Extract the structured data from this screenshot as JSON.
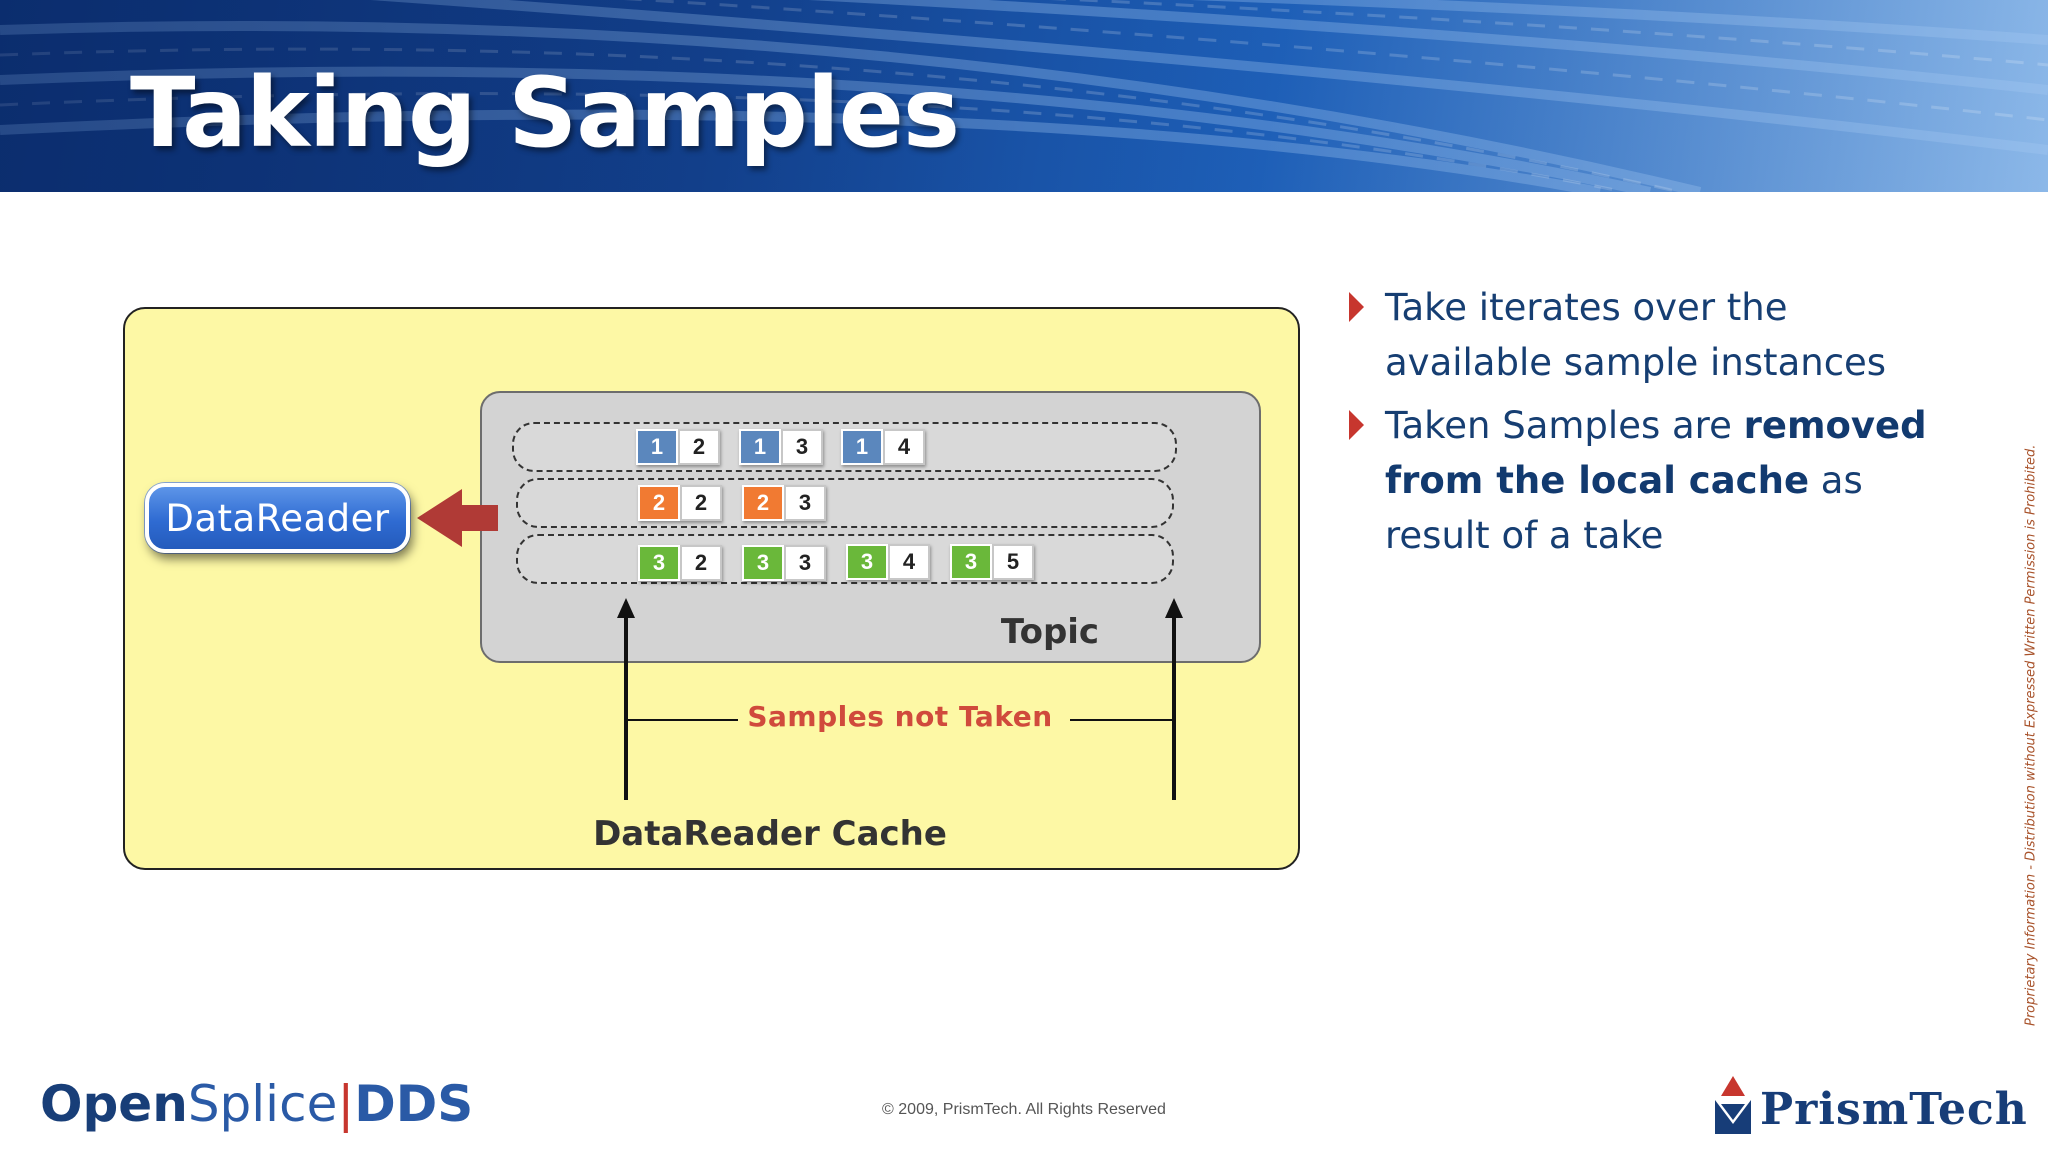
{
  "title": "Taking Samples",
  "diagram": {
    "datareader_label": "DataReader",
    "topic_label": "Topic",
    "not_taken_label": "Samples not Taken",
    "cache_label": "DataReader Cache",
    "rows": [
      {
        "color": "#5b87bd",
        "samples": [
          [
            "1",
            "2"
          ],
          [
            "1",
            "3"
          ],
          [
            "1",
            "4"
          ]
        ]
      },
      {
        "color": "#f17a32",
        "samples": [
          [
            "2",
            "2"
          ],
          [
            "2",
            "3"
          ]
        ]
      },
      {
        "color": "#6ab83a",
        "samples": [
          [
            "3",
            "2"
          ],
          [
            "3",
            "3"
          ],
          [
            "3",
            "4"
          ],
          [
            "3",
            "5"
          ]
        ]
      }
    ]
  },
  "bullets": [
    {
      "parts": [
        {
          "text": "Take iterates over the available sample instances",
          "bold": false
        }
      ]
    },
    {
      "parts": [
        {
          "text": "Taken Samples are ",
          "bold": false
        },
        {
          "text": "removed from the local cache",
          "bold": true
        },
        {
          "text": " as result of a take",
          "bold": false
        }
      ]
    }
  ],
  "side_notice": "Proprietary Information - Distribution without Expressed Written Permission is Prohibited.",
  "footer": {
    "left_logo": {
      "open": "Open",
      "splice": "Splice",
      "separator": "|",
      "dds": "DDS"
    },
    "copyright": "© 2009, PrismTech. All Rights Reserved",
    "right_logo": "PrismTech"
  },
  "colors": {
    "header": "#13428f",
    "cache_fill": "#fdf8a5",
    "topic_fill": "#d3d3d3",
    "arrow": "#b03a36",
    "accent_red": "#d04a3c",
    "text_blue": "#163e72"
  }
}
